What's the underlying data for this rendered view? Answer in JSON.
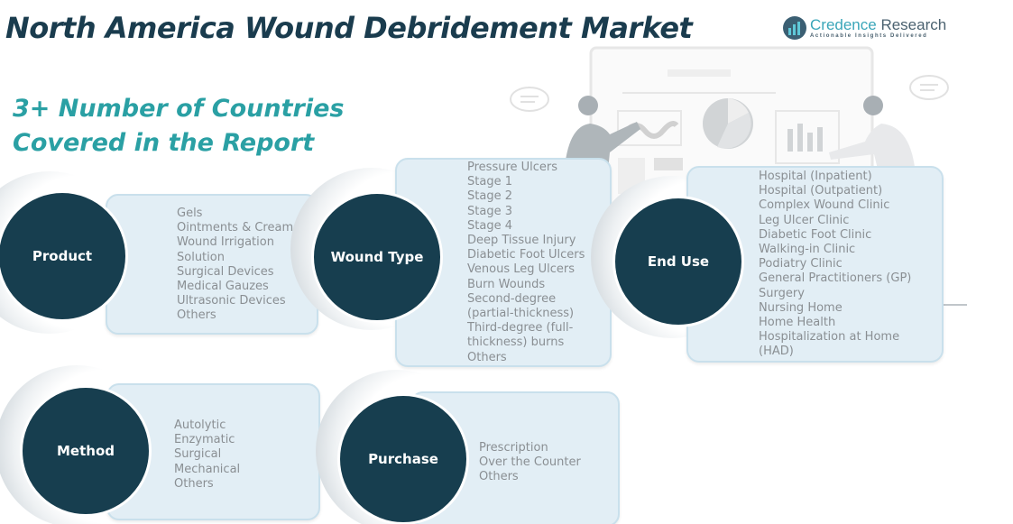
{
  "header": {
    "title": "North America Wound Debridement Market",
    "logo_name_1": "Credence",
    "logo_name_2": " Research",
    "logo_tagline": "Actionable Insights Delivered"
  },
  "subtitle": {
    "line1": "3+ Number of Countries",
    "line2": "Covered in the Report"
  },
  "segments": {
    "product": {
      "label": "Product",
      "items": [
        "Gels",
        "Ointments & Creams",
        "Wound Irrigation",
        "Solution",
        "Surgical Devices",
        "Medical Gauzes",
        "Ultrasonic Devices",
        "Others"
      ]
    },
    "wound_type": {
      "label": "Wound Type",
      "items": [
        "Pressure Ulcers",
        "Stage 1",
        "Stage 2",
        "Stage 3",
        "Stage 4",
        "Deep Tissue Injury",
        "Diabetic Foot Ulcers",
        "Venous Leg Ulcers",
        "Burn Wounds",
        "Second-degree",
        "(partial-thickness)",
        "Third-degree (full-",
        "thickness) burns",
        "Others"
      ]
    },
    "end_use": {
      "label": "End Use",
      "items": [
        "Hospital (Inpatient)",
        "Hospital (Outpatient)",
        "Complex Wound Clinic",
        "Leg Ulcer Clinic",
        "Diabetic Foot Clinic",
        "Walking-in Clinic",
        "Podiatry Clinic",
        "General Practitioners (GP)",
        "Surgery",
        "Nursing Home",
        "Home Health",
        "Hospitalization at Home",
        "(HAD)"
      ]
    },
    "method": {
      "label": "Method",
      "items": [
        "Autolytic",
        "Enzymatic",
        "Surgical",
        "Mechanical",
        "Others"
      ]
    },
    "purchase": {
      "label": "Purchase",
      "items": [
        "Prescription",
        "Over the Counter",
        "Others"
      ]
    }
  },
  "colors": {
    "title": "#1a3c4e",
    "subtitle": "#2aa0a4",
    "circle": "#173e4f",
    "box": "#e2eef5",
    "list_text": "#8a8f93"
  }
}
